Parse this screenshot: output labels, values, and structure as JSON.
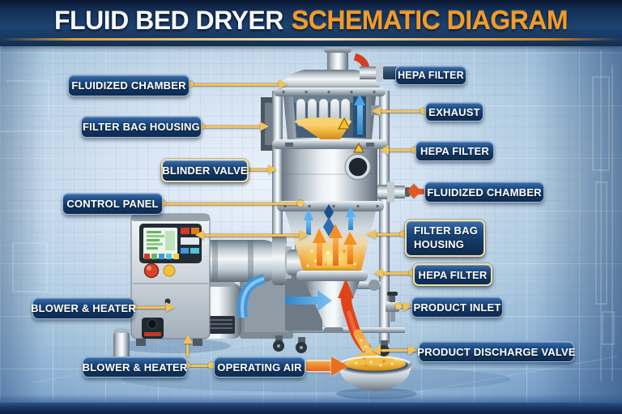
{
  "title": {
    "part1": "FLUID BED DRYER",
    "part2": "SCHEMATIC DIAGRAM"
  },
  "labels": [
    {
      "id": "fluidized-chamber-left",
      "text": "FLUIDIZED CHAMBER"
    },
    {
      "id": "filter-bag-housing-left",
      "text": "FILTER BAG HOUSING"
    },
    {
      "id": "blinder-valve",
      "text": "BLINDER VALVE"
    },
    {
      "id": "control-panel",
      "text": "CONTROL PANEL"
    },
    {
      "id": "blower-heater-left",
      "text": "BLOWER & HEATER"
    },
    {
      "id": "blower-heater-bottom",
      "text": "BLOWER & HEATER"
    },
    {
      "id": "operating-air",
      "text": "OPERATING AIR"
    },
    {
      "id": "hepa-filter-top",
      "text": "HEPA FILTER"
    },
    {
      "id": "exhaust",
      "text": "EXHAUST"
    },
    {
      "id": "hepa-filter-mid",
      "text": "HEPA FILTER"
    },
    {
      "id": "fluidized-chamber-right",
      "text": "FLUIDIZED CHAMBER"
    },
    {
      "id": "filter-bag-housing-right",
      "text": "FILTER BAG HOUSING"
    },
    {
      "id": "hepa-filter-lower",
      "text": "HEPA FILTER"
    },
    {
      "id": "product-inlet",
      "text": "PRODUCT INLET"
    },
    {
      "id": "product-discharge-valve",
      "text": "PRODUCT DISCHARGE VALVE"
    }
  ],
  "icons": {
    "warning_triangle": "⚠"
  },
  "colors": {
    "title_accent": "#f29b27",
    "title_main": "#f5f8fc",
    "label_bg": "#16406e",
    "label_border": "#b9d2f0",
    "label_cream_border": "#eddfae",
    "leader_yellow": "#f0c358",
    "pointer_orange": "#e2571f",
    "arrow_red": "#dd4518",
    "arrow_blue": "#3f97dd",
    "arrow_orange": "#ef8c1f",
    "granule_gold": "#f3b93f",
    "header_navy": "#16375f",
    "background_blue": "#aecadf"
  }
}
